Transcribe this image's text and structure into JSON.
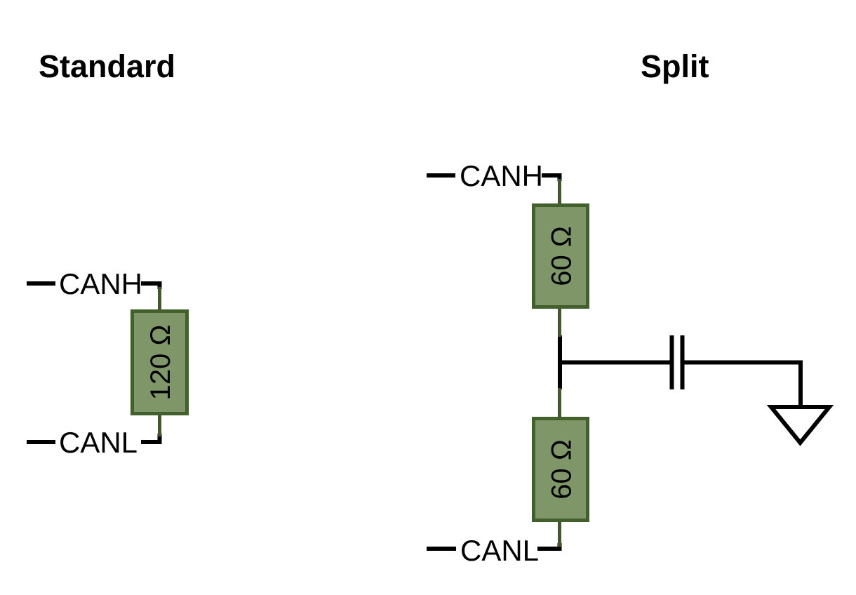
{
  "standard": {
    "title": "Standard",
    "canh_label": "CANH",
    "canl_label": "CANL",
    "resistor_value": "120 Ω"
  },
  "split": {
    "title": "Split",
    "canh_label": "CANH",
    "canl_label": "CANL",
    "resistor_top_value": "60 Ω",
    "resistor_bottom_value": "60 Ω"
  },
  "icons": {
    "capacitor": "capacitor-icon",
    "ground": "ground-icon"
  },
  "colors": {
    "background": "#ffffff",
    "text": "#000000",
    "wire": "#000000",
    "lead": "#3e5b28",
    "resistor_fill": "#7f9768",
    "resistor_border": "#42602c"
  }
}
